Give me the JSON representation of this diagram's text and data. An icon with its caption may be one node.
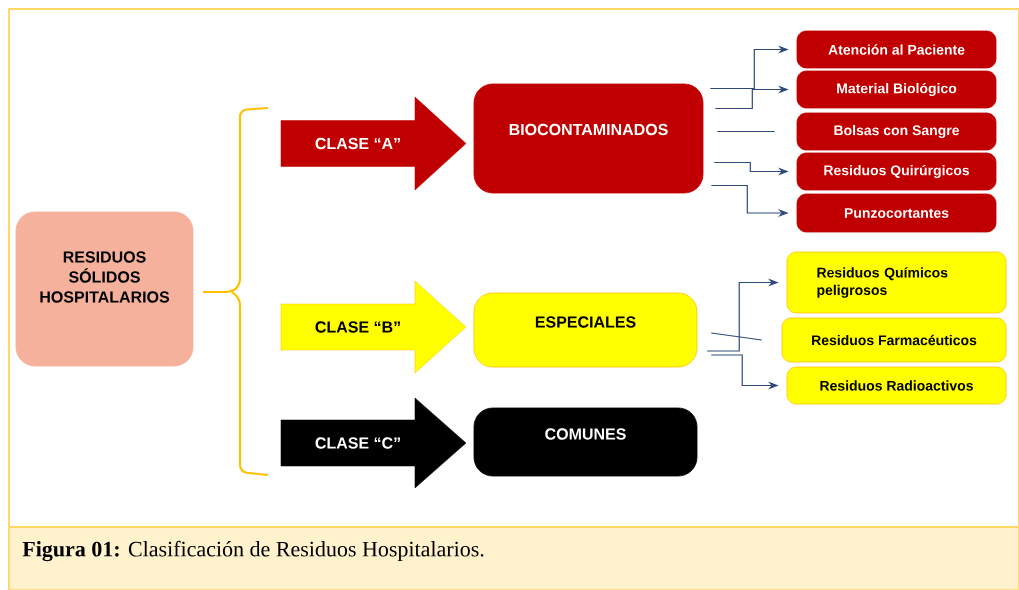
{
  "diagram": {
    "caption": "**Figura 01:** Clasificación de Residuos Hospitalarios.",
    "nodes": [
      {
        "text": [
          "RESIDUOS SÓLIDOS HOSPITALARIOS"
        ]
      },
      {
        "text": [
          "CLASE “A”"
        ]
      },
      {
        "text": [
          "BIOCONTAMINADOS"
        ]
      },
      {
        "text": [
          "Atención al Paciente"
        ]
      },
      {
        "text": [
          "Material Biológico"
        ]
      },
      {
        "text": [
          "Bolsas con Sangre"
        ]
      },
      {
        "text": [
          "Residuos Quirúrgicos"
        ]
      },
      {
        "text": [
          "Punzocortantes"
        ]
      },
      {
        "text": [
          "CLASE “B”"
        ]
      },
      {
        "text": [
          "ESPECIALES"
        ]
      },
      {
        "text": [
          "Residuos Químicos peligrosos"
        ]
      },
      {
        "text": [
          "Residuos Farmacéuticos"
        ]
      },
      {
        "text": [
          "Residuos Radioactivos"
        ]
      },
      {
        "text": [
          "CLASE “C”"
        ]
      },
      {
        "text": [
          "COMUNES"
        ]
      }
    ],
    "edges": [
      {
        "from": 2,
        "to": 3,
        "arrow": "to"
      },
      {
        "from": 2,
        "to": 4,
        "arrow": "to"
      },
      {
        "from": 2,
        "to": 5,
        "arrow": "none"
      },
      {
        "from": 2,
        "to": 6,
        "arrow": "to"
      },
      {
        "from": 2,
        "to": 7,
        "arrow": "to"
      },
      {
        "from": 9,
        "to": 10,
        "arrow": "to"
      },
      {
        "from": 9,
        "to": 11,
        "arrow": "none"
      },
      {
        "from": 9,
        "to": 12,
        "arrow": "to"
      }
    ]
  }
}
